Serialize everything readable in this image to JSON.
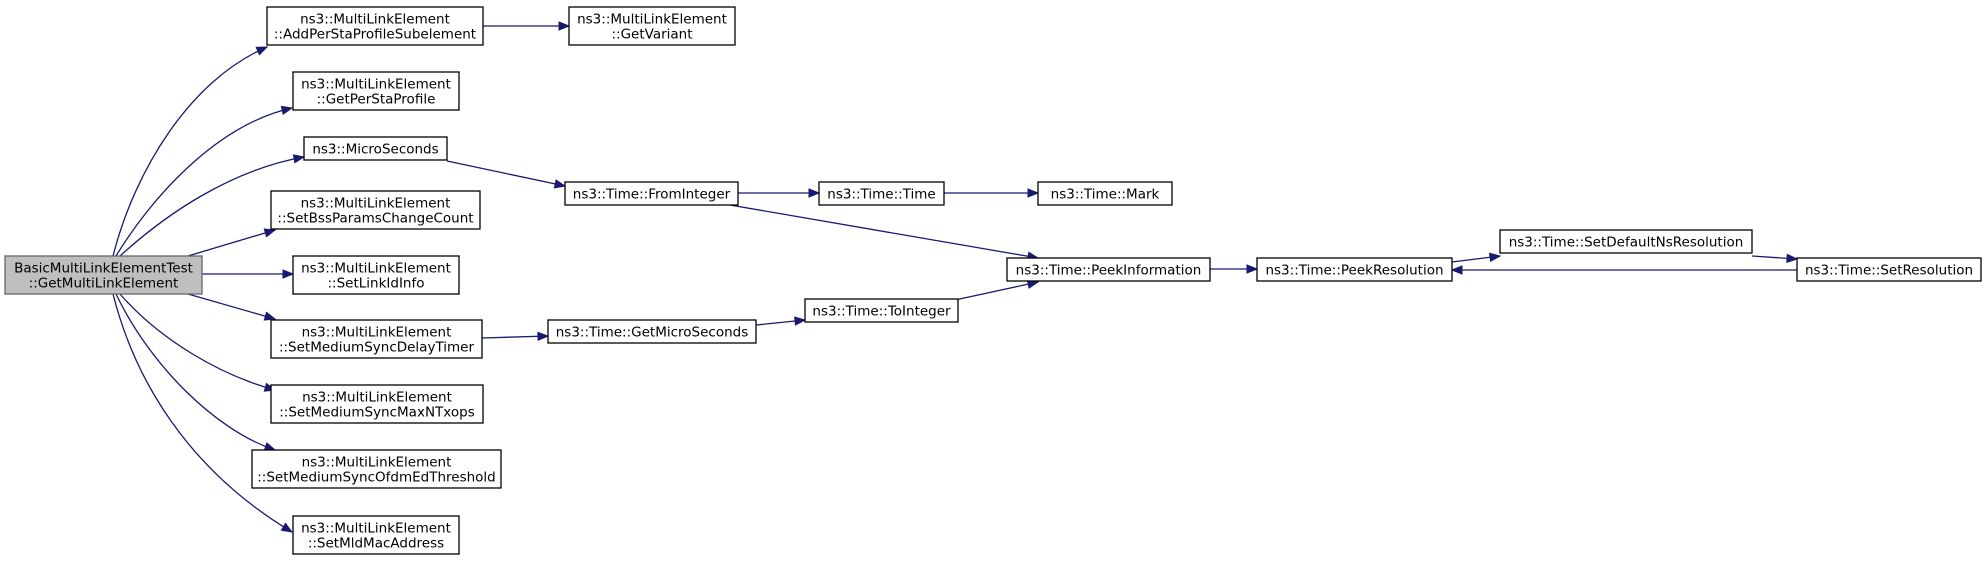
{
  "colors": {
    "edge": "#191970",
    "root_fill": "#bfbfbf",
    "node_fill": "#ffffff"
  },
  "nodes": {
    "root": [
      "BasicMultiLinkElementTest",
      "::GetMultiLinkElement"
    ],
    "add_per_sta": [
      "ns3::MultiLinkElement",
      "::AddPerStaProfileSubelement"
    ],
    "get_variant": [
      "ns3::MultiLinkElement",
      "::GetVariant"
    ],
    "get_per_sta": [
      "ns3::MultiLinkElement",
      "::GetPerStaProfile"
    ],
    "microseconds": [
      "ns3::MicroSeconds"
    ],
    "from_integer": [
      "ns3::Time::FromInteger"
    ],
    "time_time": [
      "ns3::Time::Time"
    ],
    "time_mark": [
      "ns3::Time::Mark"
    ],
    "set_bss": [
      "ns3::MultiLinkElement",
      "::SetBssParamsChangeCount"
    ],
    "peek_information": [
      "ns3::Time::PeekInformation"
    ],
    "peek_resolution": [
      "ns3::Time::PeekResolution"
    ],
    "set_default_ns": [
      "ns3::Time::SetDefaultNsResolution"
    ],
    "set_resolution": [
      "ns3::Time::SetResolution"
    ],
    "set_link_id": [
      "ns3::MultiLinkElement",
      "::SetLinkIdInfo"
    ],
    "set_delay_timer": [
      "ns3::MultiLinkElement",
      "::SetMediumSyncDelayTimer"
    ],
    "get_microseconds": [
      "ns3::Time::GetMicroSeconds"
    ],
    "to_integer": [
      "ns3::Time::ToInteger"
    ],
    "set_max_ntxops": [
      "ns3::MultiLinkElement",
      "::SetMediumSyncMaxNTxops"
    ],
    "set_ofdm": [
      "ns3::MultiLinkElement",
      "::SetMediumSyncOfdmEdThreshold"
    ],
    "set_mld_mac": [
      "ns3::MultiLinkElement",
      "::SetMldMacAddress"
    ]
  }
}
